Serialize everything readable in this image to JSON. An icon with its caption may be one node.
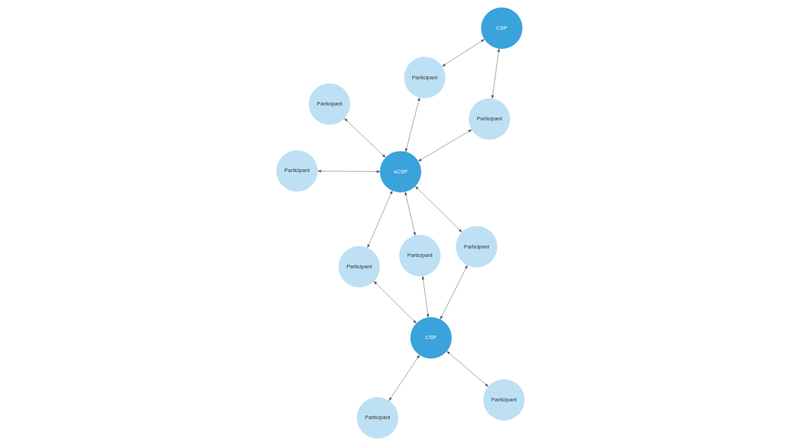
{
  "diagram": {
    "nodes": [
      {
        "text": [
          "Participant"
        ]
      },
      {
        "text": [
          "Participant"
        ]
      },
      {
        "text": [
          "Participant"
        ]
      },
      {
        "text": [
          "CSP"
        ]
      },
      {
        "text": [
          "vCSP"
        ]
      },
      {
        "text": [
          "Participant"
        ]
      },
      {
        "text": [
          "CSP"
        ]
      },
      {
        "text": [
          "Participant"
        ]
      },
      {
        "text": [
          "Participant"
        ]
      },
      {
        "text": [
          "Participant"
        ]
      },
      {
        "text": [
          "Participant"
        ]
      },
      {
        "text": [
          "Participant"
        ]
      }
    ],
    "edges": [
      {
        "from": 3,
        "to": 0,
        "arrow": "both"
      },
      {
        "from": 0,
        "to": 4,
        "arrow": "both"
      },
      {
        "from": 4,
        "to": 1,
        "arrow": "both"
      },
      {
        "from": 1,
        "to": 6,
        "arrow": "both"
      },
      {
        "from": 6,
        "to": 2,
        "arrow": "both"
      },
      {
        "from": 3,
        "to": 7,
        "arrow": "both"
      },
      {
        "from": 7,
        "to": 4,
        "arrow": "both"
      },
      {
        "from": 4,
        "to": 5,
        "arrow": "both"
      },
      {
        "from": 5,
        "to": 6,
        "arrow": "both"
      },
      {
        "from": 4,
        "to": 9,
        "arrow": "both"
      },
      {
        "from": 9,
        "to": 6,
        "arrow": "both"
      },
      {
        "from": 6,
        "to": 8,
        "arrow": "both"
      },
      {
        "from": 4,
        "to": 10,
        "arrow": "both"
      },
      {
        "from": 4,
        "to": 11,
        "arrow": "both"
      }
    ]
  }
}
